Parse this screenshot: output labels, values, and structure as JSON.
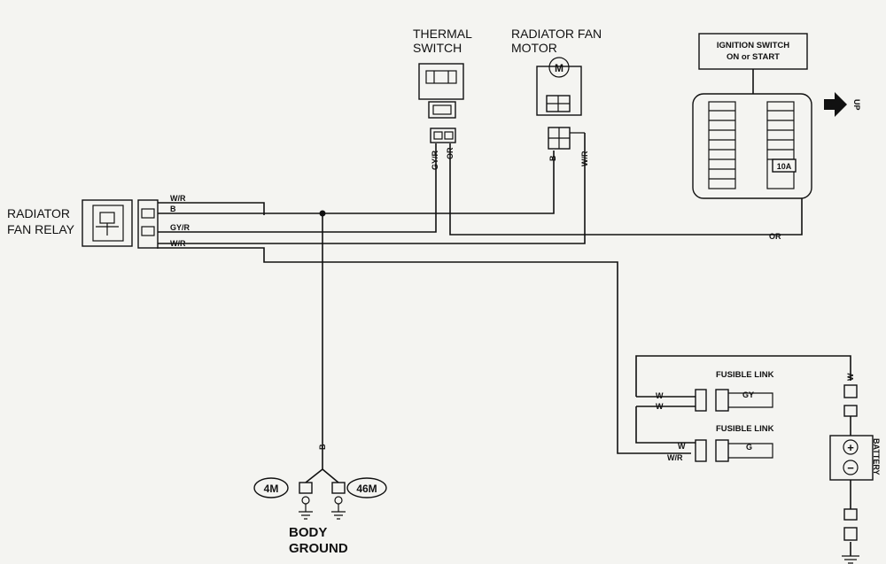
{
  "components": {
    "thermal_switch": "THERMAL\nSWITCH",
    "radiator_fan_motor": "RADIATOR FAN\nMOTOR",
    "motor_symbol": "M",
    "ignition_switch": "IGNITION SWITCH\nON or START",
    "fuse_rating": "10A",
    "up_marker": "UP",
    "radiator_fan_relay": "RADIATOR\nFAN RELAY",
    "fusible_link_1": "FUSIBLE LINK",
    "fusible_link_2": "FUSIBLE LINK",
    "battery": "BATTERY",
    "ground_4m": "4M",
    "ground_46m": "46M",
    "body_ground": "BODY\nGROUND"
  },
  "wire_colors": {
    "relay_w_r_top": "W/R",
    "relay_b": "B",
    "relay_gy_r": "GY/R",
    "relay_w_r_bottom": "W/R",
    "thermal_gy_r": "GY/R",
    "thermal_or": "OR",
    "motor_b": "B",
    "motor_w_r": "W/R",
    "fuse_or": "OR",
    "ground_b": "B",
    "link1_w_a": "W",
    "link1_w_b": "W",
    "link1_gy": "GY",
    "link2_w": "W",
    "link2_w_r": "W/R",
    "link2_g": "G",
    "battery_w": "W"
  },
  "battery_terminals": {
    "positive": "+",
    "negative": "−"
  }
}
